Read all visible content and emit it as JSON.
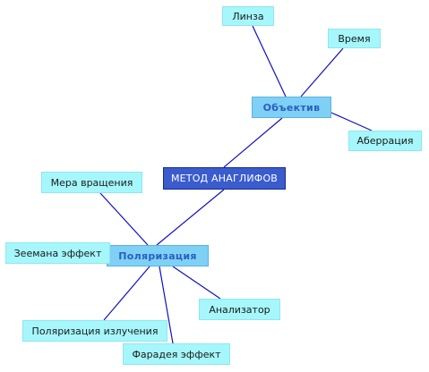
{
  "colors": {
    "connector": "#1010c8",
    "root_fill": "#3a5ccc",
    "branch_fill": "#7fd0f5",
    "leaf_fill": "#a6f7fb"
  },
  "root": {
    "label": "МЕТОД АНАГЛИФОВ"
  },
  "branches": {
    "objective": {
      "label": "Объектив",
      "children": {
        "lens": "Линза",
        "time": "Время",
        "aberration": "Аберрация"
      }
    },
    "polarization": {
      "label": "Поляризация",
      "children": {
        "rotation_measure": "Мера вращения",
        "zeeman": "Зеемана эффект",
        "emission_polarization": "Поляризация излучения",
        "faraday": "Фарадея эффект",
        "analyzer": "Анализатор"
      }
    }
  }
}
